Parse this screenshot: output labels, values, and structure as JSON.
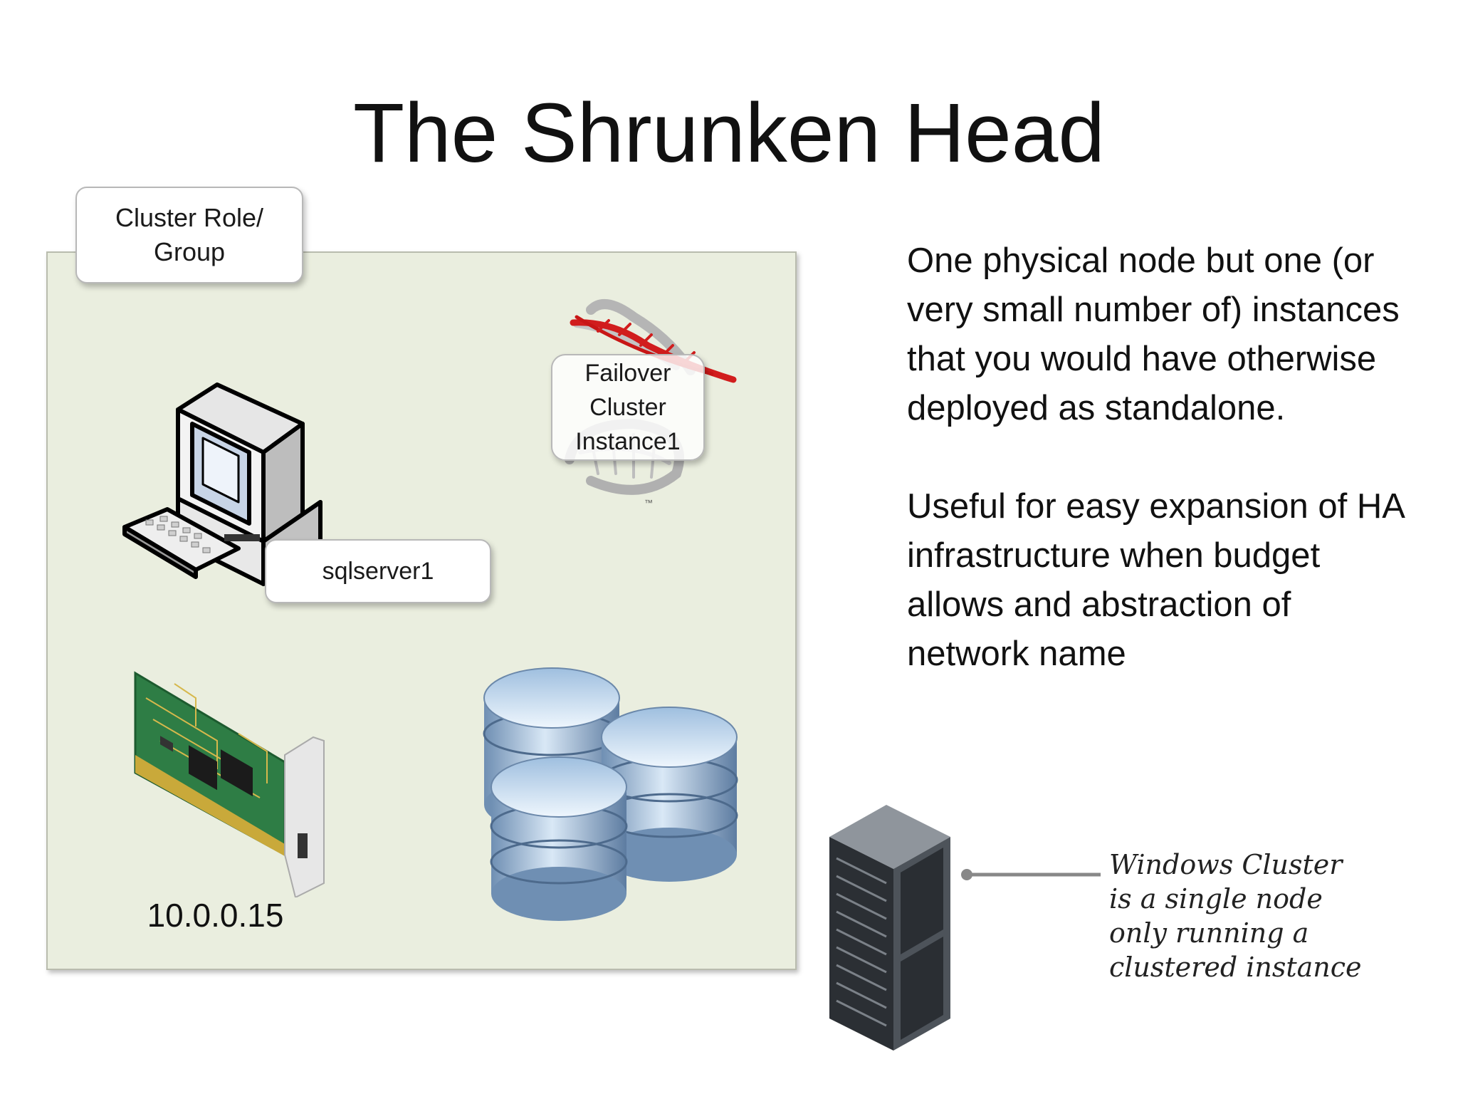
{
  "slide": {
    "title": "The Shrunken Head"
  },
  "diagram": {
    "role_label": "Cluster Role/\nGroup",
    "fci_label": "Failover\nCluster\nInstance1",
    "host_label": "sqlserver1",
    "ip_label": "10.0.0.15",
    "logo_mark": "™",
    "icons": [
      "workstation-icon",
      "sql-server-logo-icon",
      "network-card-icon",
      "database-icon",
      "server-rack-icon"
    ]
  },
  "text": {
    "paragraph1": "One physical node but one (or very small number of) instances that you would have otherwise deployed as standalone.",
    "paragraph2": "Useful for easy expansion of HA infrastructure when budget allows and abstraction of network name"
  },
  "annotation": {
    "note": "Windows Cluster\nis a single node\nonly running a\nclustered instance"
  }
}
